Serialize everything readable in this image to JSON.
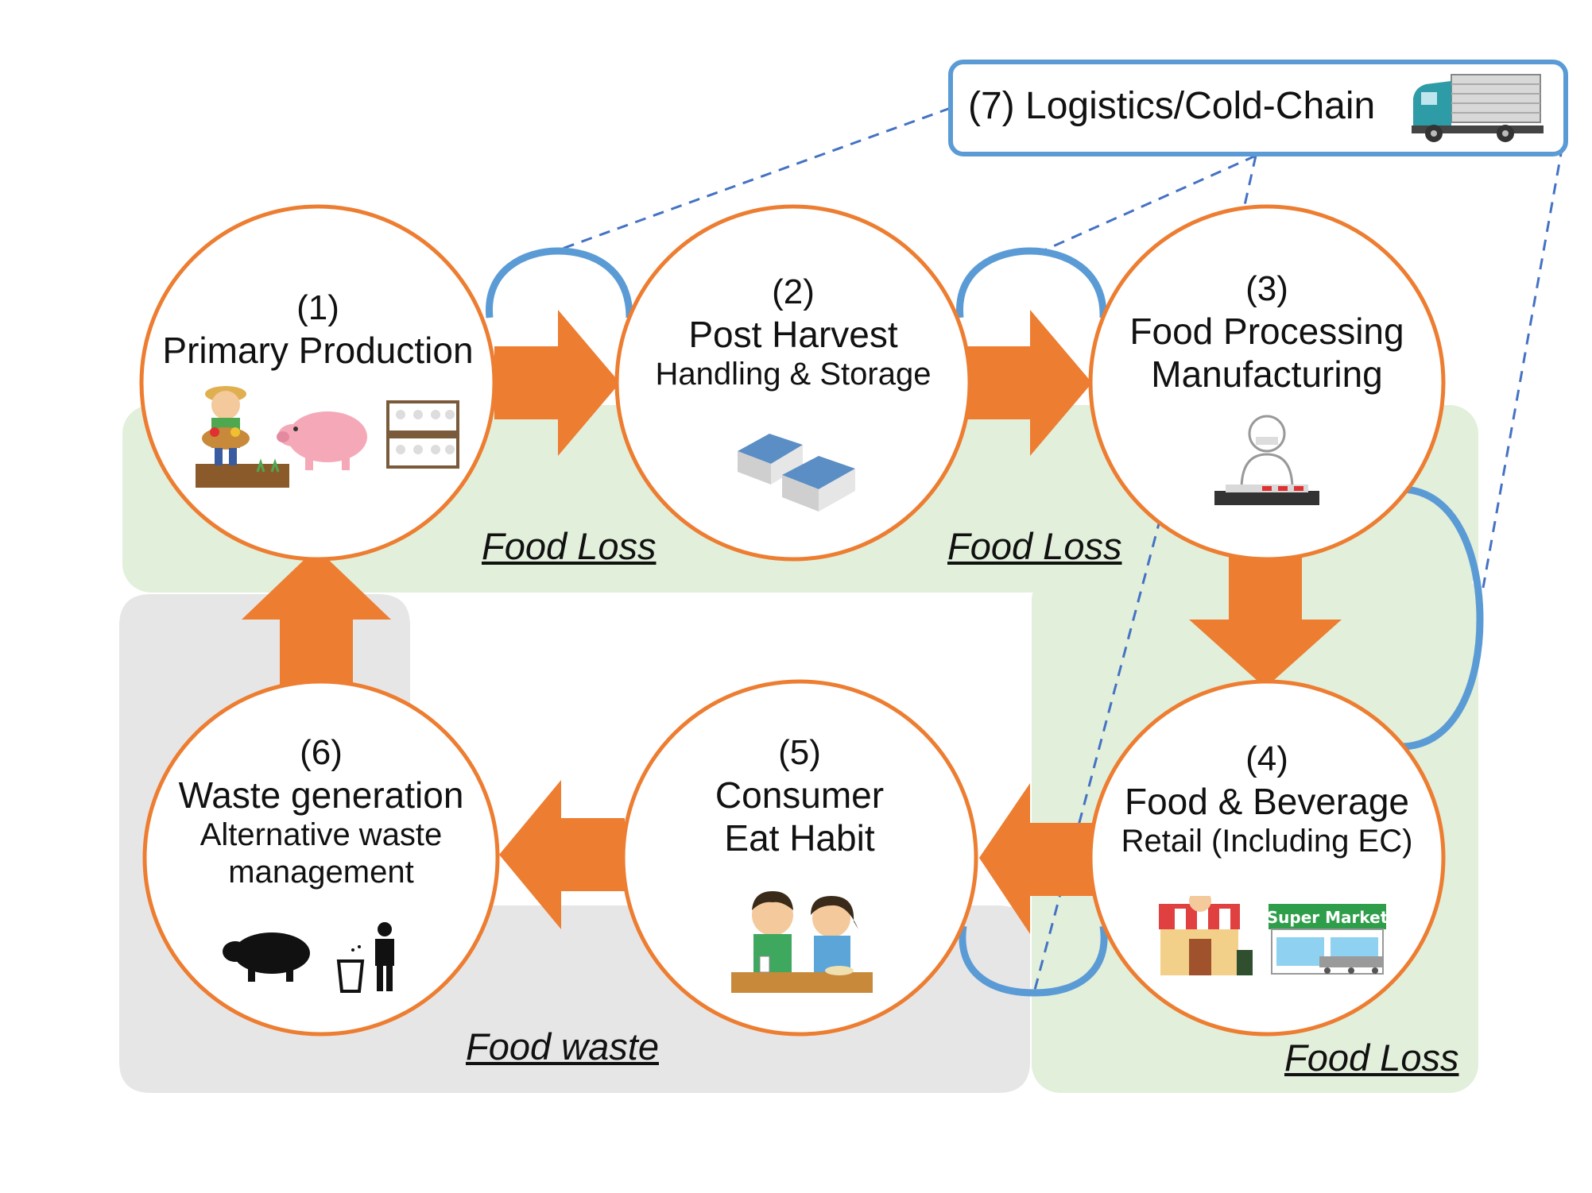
{
  "nodes": [
    {
      "id": 1,
      "number": "(1)",
      "line1": "Primary Production",
      "line2": "",
      "icons": [
        "farmer-icon",
        "pig-icon",
        "chickens-icon"
      ]
    },
    {
      "id": 2,
      "number": "(2)",
      "line1": "Post Harvest",
      "line2": "Handling & Storage",
      "icons": [
        "warehouse-icon"
      ]
    },
    {
      "id": 3,
      "number": "(3)",
      "line1": "Food Processing",
      "line2": "Manufacturing",
      "icons": [
        "factory-worker-icon"
      ]
    },
    {
      "id": 4,
      "number": "(4)",
      "line1": "Food & Beverage",
      "line2": "Retail (Including EC)",
      "icons": [
        "shop-icon",
        "supermarket-icon"
      ]
    },
    {
      "id": 5,
      "number": "(5)",
      "line1": "Consumer",
      "line2": "Eat Habit",
      "icons": [
        "couple-eating-icon"
      ]
    },
    {
      "id": 6,
      "number": "(6)",
      "line1": "Waste generation",
      "line2": "Alternative waste",
      "line3": "management",
      "icons": [
        "pig-silhouette-icon",
        "trash-person-icon"
      ]
    }
  ],
  "logistics": {
    "label": "(7) Logistics/Cold-Chain",
    "icon": "truck-icon"
  },
  "zones": {
    "food_loss_1": "Food Loss",
    "food_loss_2": "Food Loss",
    "food_loss_3": "Food Loss",
    "food_waste": "Food waste"
  },
  "supermarket_sign": "Super Market",
  "colors": {
    "circle_stroke": "#ED7D31",
    "arrow_fill": "#ED7D31",
    "logistics_stroke": "#5B9BD5",
    "food_loss_zone": "#E2EFDA",
    "food_waste_zone": "#E7E6E6"
  }
}
